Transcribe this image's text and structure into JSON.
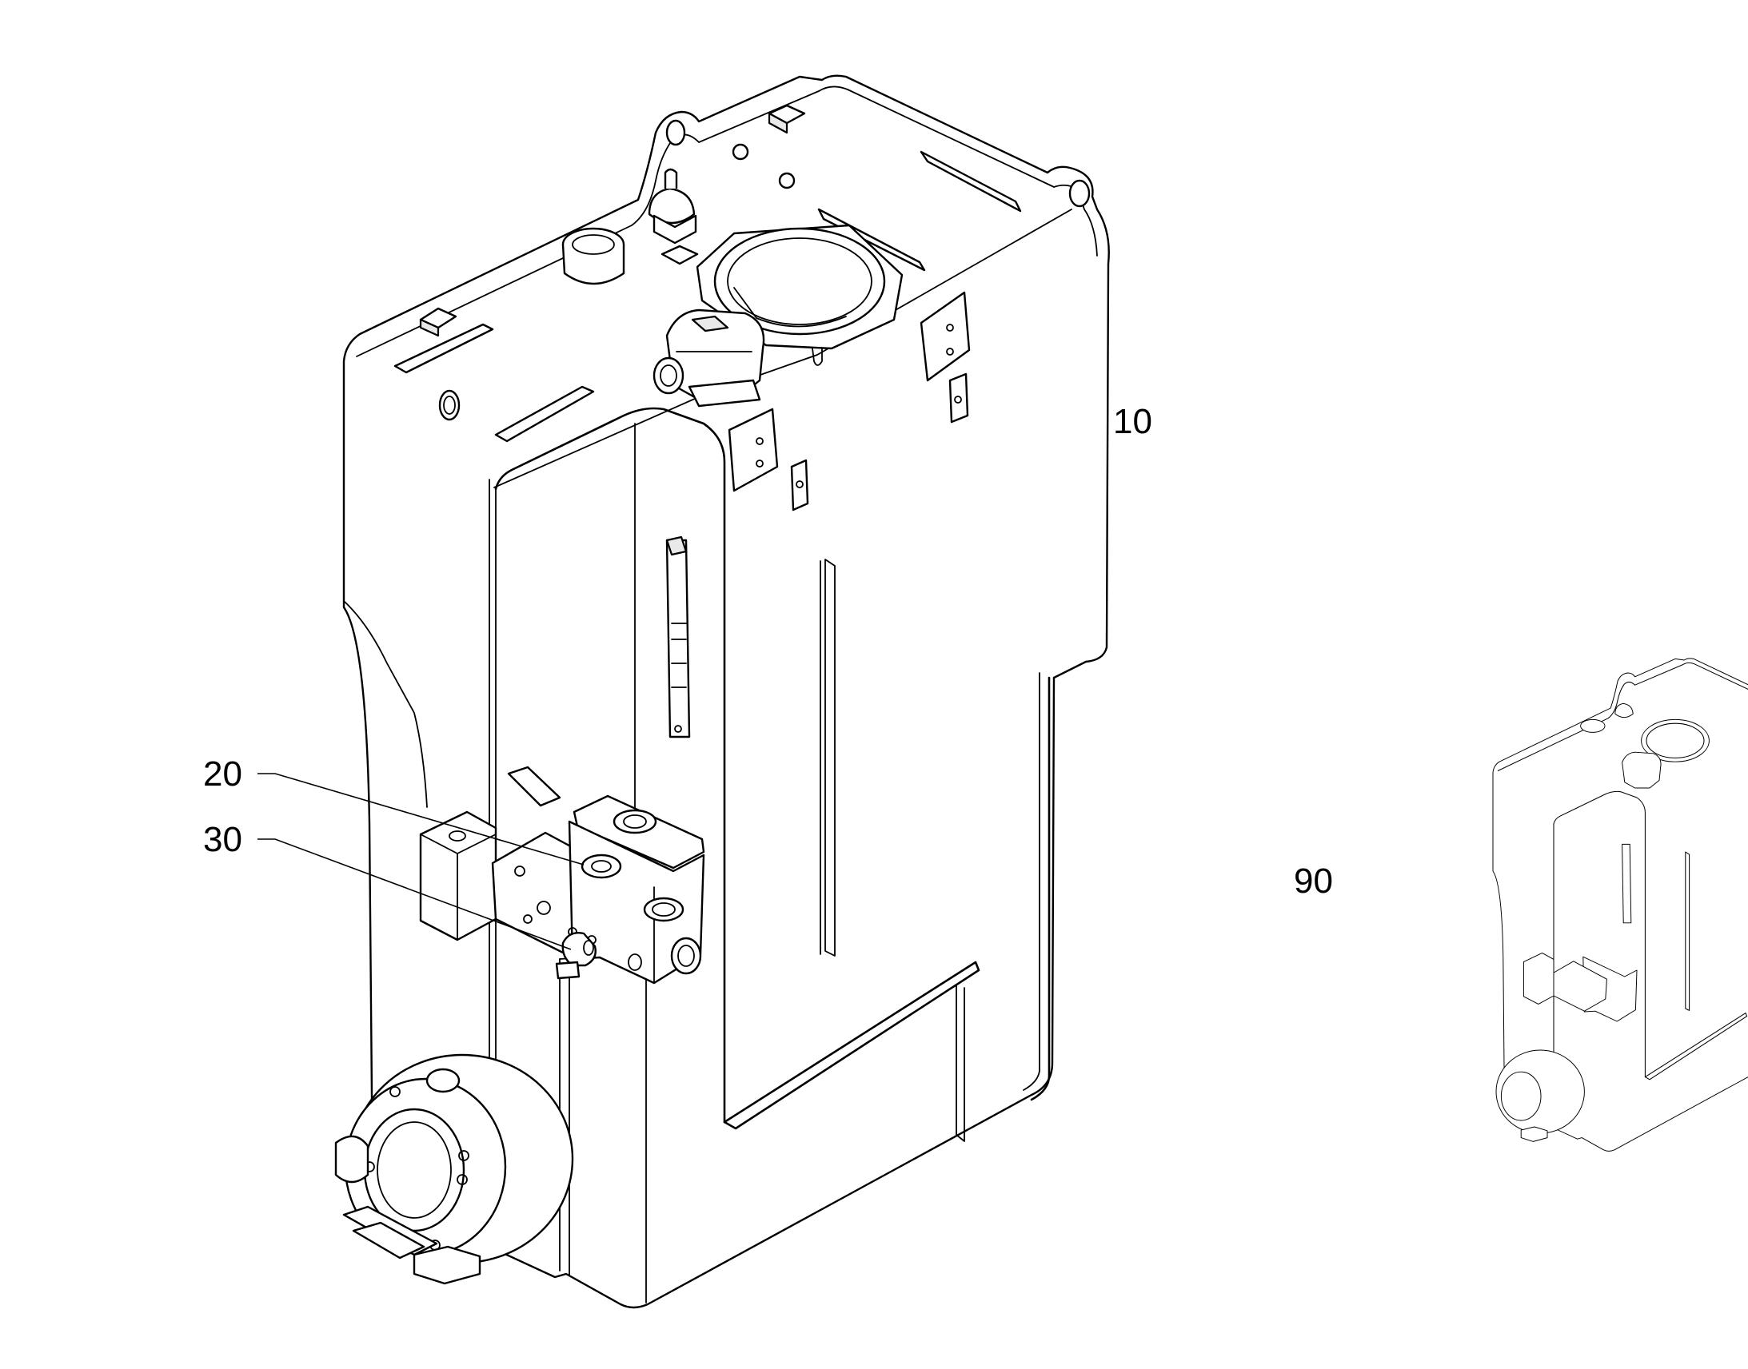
{
  "diagram": {
    "callouts": [
      {
        "id": "tank",
        "label": "10"
      },
      {
        "id": "valve-block",
        "label": "20"
      },
      {
        "id": "fitting",
        "label": "30"
      },
      {
        "id": "assembly-thumbnail",
        "label": "90"
      }
    ]
  }
}
